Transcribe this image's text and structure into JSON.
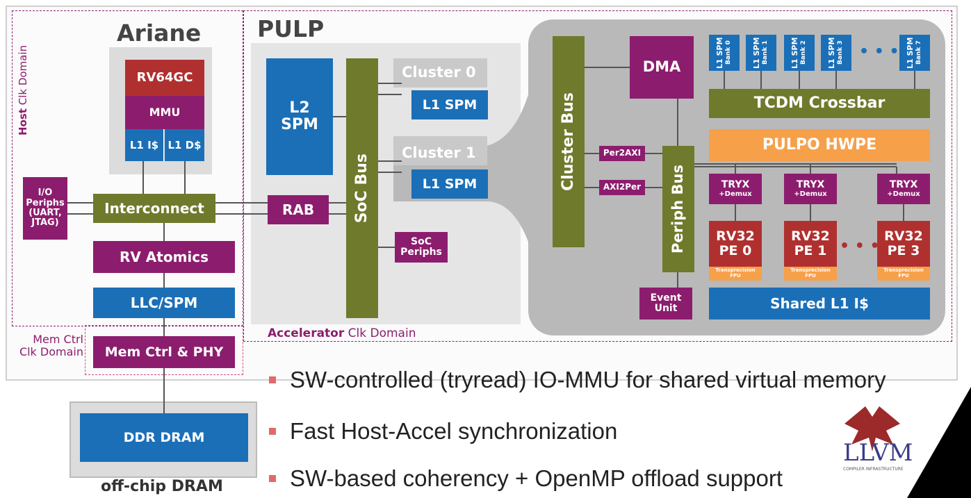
{
  "host_domain": {
    "label_bold": "Host",
    "label_rest": " Clk Domain"
  },
  "ariane": {
    "title": "Ariane",
    "rv64gc": "RV64GC",
    "mmu": "MMU",
    "l1i": "L1 I$",
    "l1d": "L1 D$"
  },
  "io_periphs": "I/O\nPeriphs\n(UART,\nJTAG)",
  "interconnect": "Interconnect",
  "rv_atomics": "RV Atomics",
  "llc": "LLC/SPM",
  "mem_ctrl_domain": "Mem Ctrl\nClk Domain",
  "mem_ctrl": "Mem Ctrl & PHY",
  "ddr": "DDR DRAM",
  "offchip": "off-chip DRAM",
  "pulp": {
    "title": "PULP",
    "l2": "L2\nSPM",
    "soc_bus": "SoC Bus",
    "rab": "RAB",
    "cluster0": "Cluster 0",
    "cluster1": "Cluster 1",
    "l1spm": "L1 SPM",
    "soc_periphs": "SoC\nPeriphs"
  },
  "accel_domain": {
    "label_bold": "Accelerator",
    "label_rest": " Clk Domain"
  },
  "cluster": {
    "cluster_bus": "Cluster Bus",
    "dma": "DMA",
    "per2axi": "Per2AXI",
    "axi2per": "AXI2Per",
    "periph_bus": "Periph Bus",
    "event_unit": "Event\nUnit",
    "banks": [
      {
        "t": "L1 SPM",
        "b": "Bank 0"
      },
      {
        "t": "L1 SPM",
        "b": "Bank 1"
      },
      {
        "t": "L1 SPM",
        "b": "Bank 2"
      },
      {
        "t": "L1 SPM",
        "b": "Bank 3"
      },
      {
        "t": "L1 SPM",
        "b": "Bank 7"
      }
    ],
    "bank_dots": "• • •",
    "tcdm": "TCDM Crossbar",
    "hwpe": "PULPO HWPE",
    "tryx": "TRYX",
    "demux": "+Demux",
    "pes": [
      "RV32\nPE 0",
      "RV32\nPE 1",
      "RV32\nPE 3"
    ],
    "pe_dots": "• • •",
    "fpu": "Transprecision\nFPU",
    "shared_l1i": "Shared L1 I$"
  },
  "bullets": [
    "SW-controlled (tryread) IO-MMU for shared virtual memory",
    "Fast Host-Accel synchronization",
    "SW-based coherency + OpenMP offload support"
  ],
  "logo": {
    "text": "LLVM",
    "sub": "COMPILER INFRASTRUCTURE"
  },
  "colors": {
    "purple": "#8c1d6e",
    "red": "#b03030",
    "blue": "#1b6fb7",
    "olive": "#6f7a2c",
    "orange": "#f7a04a",
    "gray_bg": "#c8c8c8"
  }
}
